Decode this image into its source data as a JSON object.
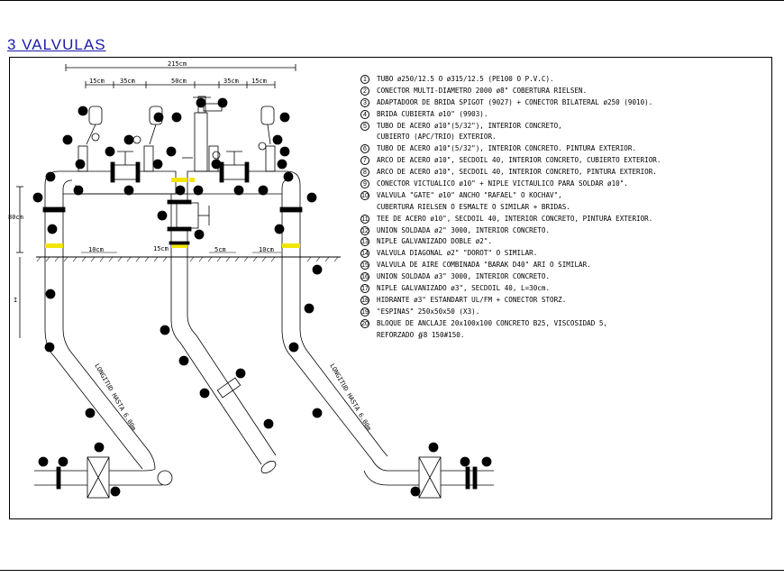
{
  "title": "3 VALVULAS",
  "dimensions": {
    "total": "215cm",
    "d1": "15cm",
    "d2": "35cm",
    "d3": "50cm",
    "d4": "35cm",
    "d5": "15cm",
    "height": "80cm",
    "below": "I",
    "c_left": "10cm",
    "c_mid": "15cm",
    "c_mid2": "5cm",
    "c_right": "10cm",
    "pipe_note": "LONGITUD HASTA 6.00m"
  },
  "legend": [
    {
      "n": "1",
      "text": "TUBO ø250/12.5 O ø315/12.5 (PE100 O P.V.C)."
    },
    {
      "n": "2",
      "text": "CONECTOR MULTI-DIAMETRO 2000 ø8\" COBERTURA RIELSEN."
    },
    {
      "n": "3",
      "text": "ADAPTADOOR DE BRIDA SPIGOT (9027) + CONECTOR BILATERAL ø250 (9010)."
    },
    {
      "n": "4",
      "text": "BRIDA CUBIERTA ø10\" (9903)."
    },
    {
      "n": "5",
      "text": "TUBO DE ACERO ø10\"(5/32\"), INTERIOR CONCRETO,"
    },
    {
      "n": "",
      "text": "CUBIERTO (APC/TRIO) EXTERIOR."
    },
    {
      "n": "6",
      "text": "TUBO DE ACERO ø10\"(5/32\"), INTERIOR CONCRETO. PINTURA EXTERIOR."
    },
    {
      "n": "7",
      "text": "ARCO DE ACERO ø10\", SECDOIL 40, INTERIOR CONCRETO, CUBIERTO EXTERIOR."
    },
    {
      "n": "8",
      "text": "ARCO DE ACERO ø10\", SECDOIL 40, INTERIOR CONCRETO, PINTURA EXTERIOR."
    },
    {
      "n": "9",
      "text": "CONECTOR VICTUALICO ø10\" + NIPLE VICTAULICO PARA SOLDAR ø10\"."
    },
    {
      "n": "10",
      "text": "VALVULA \"GATE\" ø10\" ANCHO \"RAFAEL\" O KOCHAV\","
    },
    {
      "n": "",
      "text": "CUBERTURA RIELSEN O ESMALTE O SIMILAR + BRIDAS."
    },
    {
      "n": "11",
      "text": "TEE DE ACERO ø10\", SECDOIL 40, INTERIOR CONCRETO, PINTURA EXTERIOR."
    },
    {
      "n": "12",
      "text": "UNION SOLDADA ø2\" 3000, INTERIOR CONCRETO."
    },
    {
      "n": "13",
      "text": "NIPLE GALVANIZADO DOBLE ø2\"."
    },
    {
      "n": "14",
      "text": "VALVULA DIAGONAL ø2\" \"DOROT\" O SIMILAR."
    },
    {
      "n": "15",
      "text": "VALVULA DE AIRE COMBINADA \"BARAK D40\" ARI O SIMILAR."
    },
    {
      "n": "16",
      "text": "UNION SOLDADA ø3\" 3000, INTERIOR CONCRETO."
    },
    {
      "n": "17",
      "text": "NIPLE GALVANIZADO ø3\", SECDOIL 40, L=30cm."
    },
    {
      "n": "18",
      "text": "HIDRANTE ø3\" ESTANDART UL/FM + CONECTOR STORZ."
    },
    {
      "n": "19",
      "text": "\"ESPINAS\" 250x50x50 (X3)."
    },
    {
      "n": "20",
      "text": "BLOQUE DE ANCLAJE 20x100x100 CONCRETO B25, VISCOSIDAD 5,"
    },
    {
      "n": "",
      "text": "REFORZADO ∯8 150#150."
    }
  ],
  "colors": {
    "title": "#1a1aa8",
    "joint": "#f2e600",
    "line": "#000000"
  }
}
